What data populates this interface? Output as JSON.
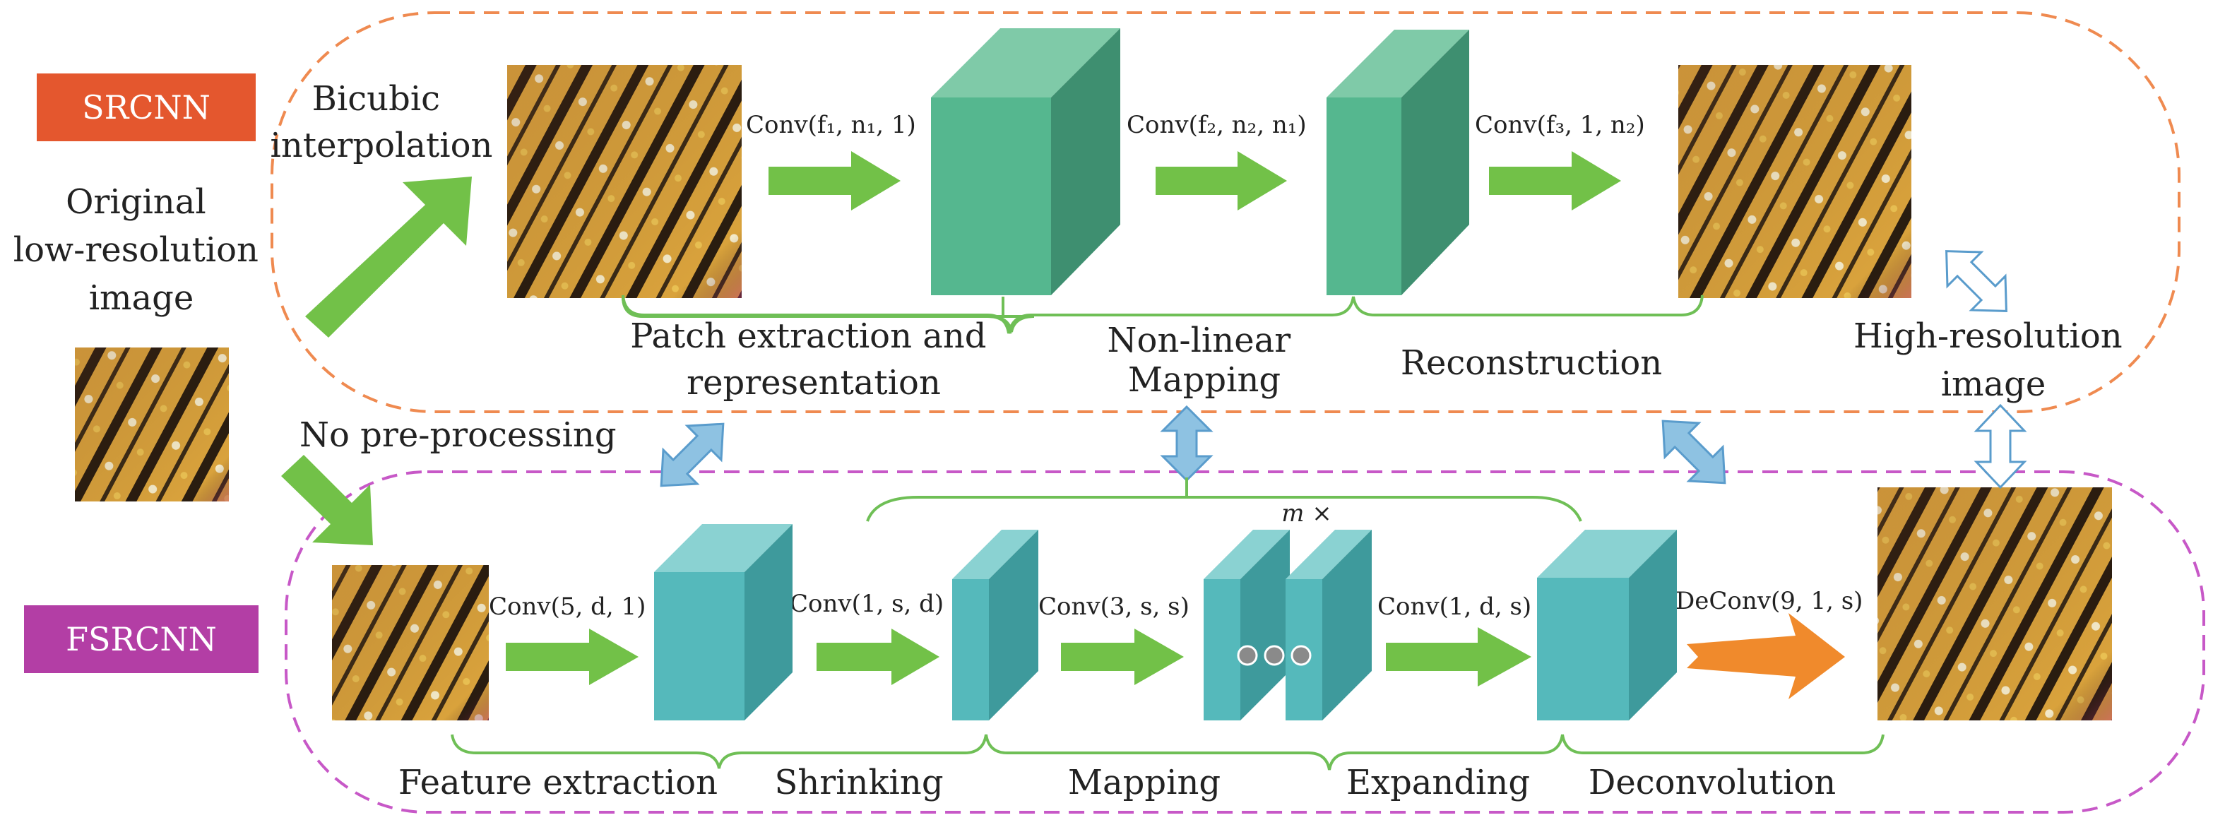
{
  "srcnn": {
    "tag": "SRCNN",
    "bicubic": [
      "Bicubic",
      "interpolation"
    ],
    "convs": [
      "Conv(f₁, n₁, 1)",
      "Conv(f₂, n₂, n₁)",
      "Conv(f₃, 1, n₂)"
    ],
    "stages": {
      "patch": [
        "Patch extraction and",
        "representation"
      ],
      "nonlinear": [
        "Non-linear",
        "Mapping"
      ],
      "reconstruction": "Reconstruction"
    }
  },
  "fsrcnn": {
    "tag": "FSRCNN",
    "no_preprocessing": "No pre-processing",
    "repeat": "m ×",
    "convs": [
      "Conv(5, d, 1)",
      "Conv(1, s, d)",
      "Conv(3, s, s)",
      "Conv(1, d, s)"
    ],
    "deconv": "DeConv(9, 1, s)",
    "stages": [
      "Feature extraction",
      "Shrinking",
      "Mapping",
      "Expanding",
      "Deconvolution"
    ]
  },
  "input_label": [
    "Original",
    "low-resolution",
    "image"
  ],
  "output_label": [
    "High-resolution",
    "image"
  ],
  "colors": {
    "srcnn_tag": "#e4572e",
    "fsrcnn_tag": "#b33ea5",
    "srcnn_border": "#ef8a50",
    "fsrcnn_border": "#c758c7",
    "arrow_green": "#72c148",
    "arrow_orange": "#f08a2c",
    "srcnn_block": "#55b78f",
    "fsrcnn_block": "#55b9bb",
    "brace": "#6fbf56",
    "double_arrow": "#8ec2e2"
  }
}
